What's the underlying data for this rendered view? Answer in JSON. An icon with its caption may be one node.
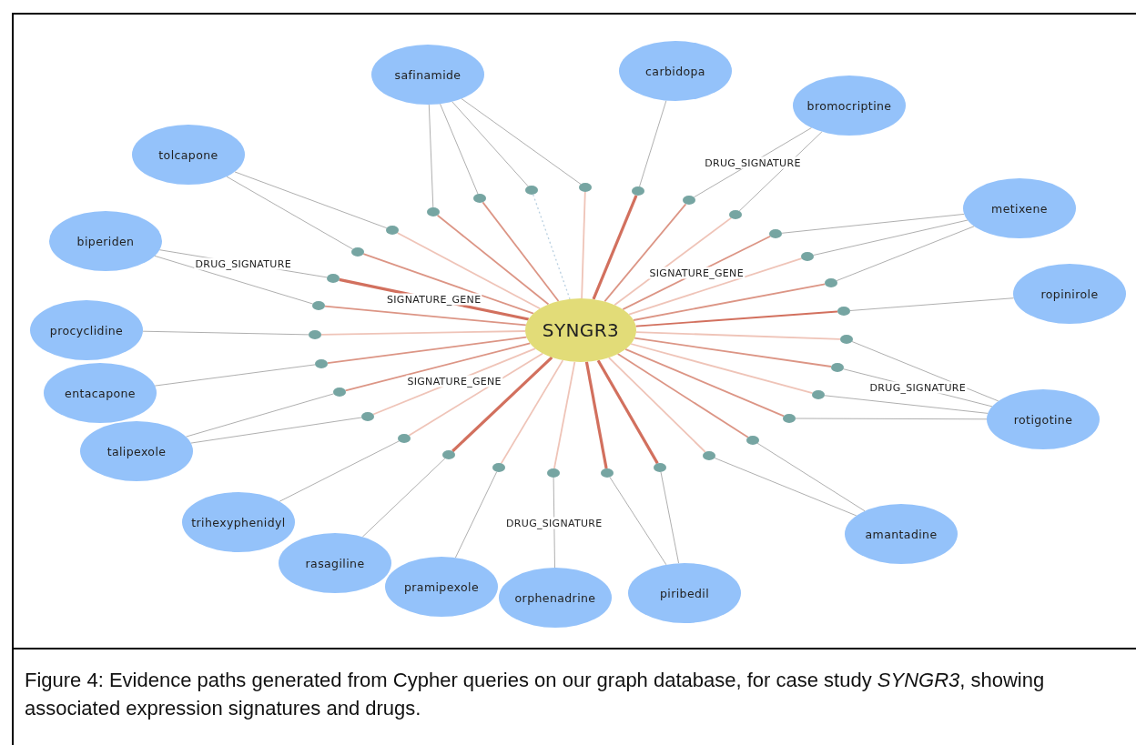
{
  "diagram": {
    "caption": "Figure 4: Evidence paths generated from Cypher queries on our graph database, for case study *SYNGR3*, showing associated expression signatures and drugs.",
    "nodes": [
      {
        "text": [
          "SYNGR3"
        ]
      },
      {
        "text": [
          "safinamide"
        ]
      },
      {
        "text": [
          "carbidopa"
        ]
      },
      {
        "text": [
          "bromocriptine"
        ]
      },
      {
        "text": [
          "tolcapone"
        ]
      },
      {
        "text": [
          "metixene"
        ]
      },
      {
        "text": [
          "biperiden"
        ]
      },
      {
        "text": [
          "ropinirole"
        ]
      },
      {
        "text": [
          "procyclidine"
        ]
      },
      {
        "text": [
          "entacapone"
        ]
      },
      {
        "text": [
          "rotigotine"
        ]
      },
      {
        "text": [
          "talipexole"
        ]
      },
      {
        "text": [
          "trihexyphenidyl"
        ]
      },
      {
        "text": [
          "amantadine"
        ]
      },
      {
        "text": [
          "rasagiline"
        ]
      },
      {
        "text": [
          "pramipexole"
        ]
      },
      {
        "text": [
          "orphenadrine"
        ]
      },
      {
        "text": [
          "piribedil"
        ]
      },
      {
        "text": [],
        "shape": "circle"
      },
      {
        "text": [],
        "shape": "circle"
      },
      {
        "text": [],
        "shape": "circle"
      },
      {
        "text": [],
        "shape": "circle"
      },
      {
        "text": [],
        "shape": "circle"
      },
      {
        "text": [],
        "shape": "circle"
      },
      {
        "text": [],
        "shape": "circle"
      },
      {
        "text": [],
        "shape": "circle"
      },
      {
        "text": [],
        "shape": "circle"
      },
      {
        "text": [],
        "shape": "circle"
      },
      {
        "text": [],
        "shape": "circle"
      },
      {
        "text": [],
        "shape": "circle"
      },
      {
        "text": [],
        "shape": "circle"
      },
      {
        "text": [],
        "shape": "circle"
      },
      {
        "text": [],
        "shape": "circle"
      },
      {
        "text": [],
        "shape": "circle"
      },
      {
        "text": [],
        "shape": "circle"
      },
      {
        "text": [],
        "shape": "circle"
      },
      {
        "text": [],
        "shape": "circle"
      },
      {
        "text": [],
        "shape": "circle"
      },
      {
        "text": [],
        "shape": "circle"
      },
      {
        "text": [],
        "shape": "circle"
      },
      {
        "text": [],
        "shape": "circle"
      },
      {
        "text": [],
        "shape": "circle"
      },
      {
        "text": [],
        "shape": "circle"
      },
      {
        "text": [],
        "shape": "circle"
      },
      {
        "text": [],
        "shape": "circle"
      },
      {
        "text": [],
        "shape": "circle"
      },
      {
        "text": [],
        "shape": "circle"
      },
      {
        "text": [],
        "shape": "circle"
      },
      {
        "text": [],
        "shape": "circle"
      }
    ],
    "edges": [
      {
        "from": 4,
        "to": 18,
        "arrow": "none"
      },
      {
        "from": 18,
        "to": 0,
        "arrow": "none",
        "color": "#efc4b8"
      },
      {
        "from": 1,
        "to": 19,
        "arrow": "none"
      },
      {
        "from": 19,
        "to": 0,
        "arrow": "none",
        "color": "#dc9585"
      },
      {
        "from": 1,
        "to": 20,
        "arrow": "none"
      },
      {
        "from": 20,
        "to": 0,
        "arrow": "none",
        "color": "#dc9585"
      },
      {
        "from": 1,
        "to": 21,
        "arrow": "none"
      },
      {
        "from": 21,
        "to": 0,
        "arrow": "none",
        "color": "#b8cfe0",
        "style": "dashed"
      },
      {
        "from": 1,
        "to": 22,
        "arrow": "none"
      },
      {
        "from": 22,
        "to": 0,
        "arrow": "none",
        "color": "#efc4b8"
      },
      {
        "from": 2,
        "to": 23,
        "arrow": "none"
      },
      {
        "from": 23,
        "to": 0,
        "arrow": "none",
        "color": "#d2705e",
        "style": "thick"
      },
      {
        "from": 3,
        "to": 24,
        "arrow": "none",
        "label": "DRUG_SIGNATURE"
      },
      {
        "from": 24,
        "to": 0,
        "arrow": "none",
        "color": "#dc9585"
      },
      {
        "from": 3,
        "to": 25,
        "arrow": "none"
      },
      {
        "from": 25,
        "to": 0,
        "arrow": "none",
        "color": "#efc4b8"
      },
      {
        "from": 5,
        "to": 26,
        "arrow": "none"
      },
      {
        "from": 26,
        "to": 0,
        "arrow": "none",
        "color": "#dc9585",
        "label": "SIGNATURE_GENE"
      },
      {
        "from": 5,
        "to": 27,
        "arrow": "none"
      },
      {
        "from": 27,
        "to": 0,
        "arrow": "none",
        "color": "#efc4b8"
      },
      {
        "from": 5,
        "to": 28,
        "arrow": "none"
      },
      {
        "from": 28,
        "to": 0,
        "arrow": "none",
        "color": "#dc9585"
      },
      {
        "from": 7,
        "to": 29,
        "arrow": "none"
      },
      {
        "from": 29,
        "to": 0,
        "arrow": "none",
        "color": "#d2705e"
      },
      {
        "from": 10,
        "to": 30,
        "arrow": "none"
      },
      {
        "from": 30,
        "to": 0,
        "arrow": "none",
        "color": "#efc4b8"
      },
      {
        "from": 10,
        "to": 31,
        "arrow": "none",
        "label": "DRUG_SIGNATURE"
      },
      {
        "from": 31,
        "to": 0,
        "arrow": "none",
        "color": "#dc9585"
      },
      {
        "from": 10,
        "to": 32,
        "arrow": "none"
      },
      {
        "from": 32,
        "to": 0,
        "arrow": "none",
        "color": "#efc4b8"
      },
      {
        "from": 10,
        "to": 33,
        "arrow": "none"
      },
      {
        "from": 33,
        "to": 0,
        "arrow": "none",
        "color": "#dc9585"
      },
      {
        "from": 13,
        "to": 34,
        "arrow": "none"
      },
      {
        "from": 34,
        "to": 0,
        "arrow": "none",
        "color": "#dc9585"
      },
      {
        "from": 13,
        "to": 35,
        "arrow": "none"
      },
      {
        "from": 35,
        "to": 0,
        "arrow": "none",
        "color": "#efc4b8"
      },
      {
        "from": 17,
        "to": 36,
        "arrow": "none"
      },
      {
        "from": 36,
        "to": 0,
        "arrow": "none",
        "color": "#d2705e",
        "style": "thick"
      },
      {
        "from": 17,
        "to": 37,
        "arrow": "none"
      },
      {
        "from": 37,
        "to": 0,
        "arrow": "none",
        "color": "#d2705e",
        "style": "thick"
      },
      {
        "from": 16,
        "to": 38,
        "arrow": "none",
        "label": "DRUG_SIGNATURE"
      },
      {
        "from": 38,
        "to": 0,
        "arrow": "none",
        "color": "#efc4b8"
      },
      {
        "from": 15,
        "to": 39,
        "arrow": "none"
      },
      {
        "from": 39,
        "to": 0,
        "arrow": "none",
        "color": "#efc4b8"
      },
      {
        "from": 14,
        "to": 40,
        "arrow": "none"
      },
      {
        "from": 40,
        "to": 0,
        "arrow": "none",
        "color": "#d2705e",
        "style": "thick"
      },
      {
        "from": 12,
        "to": 41,
        "arrow": "none"
      },
      {
        "from": 41,
        "to": 0,
        "arrow": "none",
        "color": "#efc4b8"
      },
      {
        "from": 11,
        "to": 42,
        "arrow": "none"
      },
      {
        "from": 42,
        "to": 0,
        "arrow": "none",
        "color": "#efc4b8",
        "label": "SIGNATURE_GENE"
      },
      {
        "from": 11,
        "to": 43,
        "arrow": "none"
      },
      {
        "from": 43,
        "to": 0,
        "arrow": "none",
        "color": "#dc9585"
      },
      {
        "from": 9,
        "to": 44,
        "arrow": "none"
      },
      {
        "from": 44,
        "to": 0,
        "arrow": "none",
        "color": "#dc9585"
      },
      {
        "from": 8,
        "to": 45,
        "arrow": "none"
      },
      {
        "from": 45,
        "to": 0,
        "arrow": "none",
        "color": "#efc4b8"
      },
      {
        "from": 6,
        "to": 46,
        "arrow": "none"
      },
      {
        "from": 46,
        "to": 0,
        "arrow": "none",
        "color": "#dc9585"
      },
      {
        "from": 6,
        "to": 47,
        "arrow": "none",
        "label": "DRUG_SIGNATURE"
      },
      {
        "from": 47,
        "to": 0,
        "arrow": "none",
        "color": "#d2705e",
        "style": "thick",
        "label": "SIGNATURE_GENE"
      },
      {
        "from": 4,
        "to": 48,
        "arrow": "none"
      },
      {
        "from": 48,
        "to": 0,
        "arrow": "none",
        "color": "#dc9585"
      }
    ]
  }
}
